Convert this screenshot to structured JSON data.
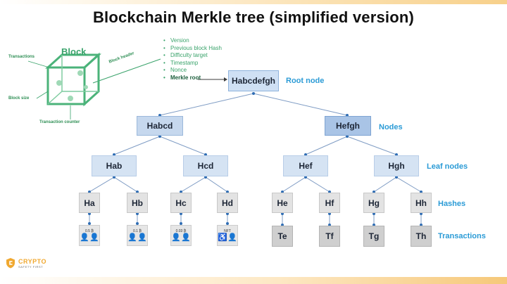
{
  "title": "Blockchain Merkle tree (simplified version)",
  "block": {
    "label": "Block",
    "transactions": "Transactions",
    "block_size": "Block size",
    "block_header": "Block header",
    "transaction_counter": "Transaction counter",
    "header_fields": [
      "Version",
      "Previous block Hash",
      "Difficulty target",
      "Timestamp",
      "Nonce",
      "Merkle root"
    ]
  },
  "tree": {
    "root": "Habcdefgh",
    "level1": [
      "Habcd",
      "Hefgh"
    ],
    "level2": [
      "Hab",
      "Hcd",
      "Hef",
      "Hgh"
    ],
    "hashes": [
      "Ha",
      "Hb",
      "Hc",
      "Hd",
      "He",
      "Hf",
      "Hg",
      "Hh"
    ],
    "tx_icons": [
      {
        "amount": "0.5 ₿",
        "people": "👤👤"
      },
      {
        "amount": "0.1 ₿",
        "people": "👤👤"
      },
      {
        "amount": "0.03 ₿",
        "people": "👤👤"
      },
      {
        "amount": "NFT",
        "people": "♿👤"
      }
    ],
    "tx_labels": [
      "Te",
      "Tf",
      "Tg",
      "Th"
    ]
  },
  "side_labels": {
    "root": "Root node",
    "nodes": "Nodes",
    "leaf": "Leaf nodes",
    "hashes": "Hashes",
    "transactions": "Transactions"
  },
  "logo": {
    "main": "CRYPTO",
    "sub": "SAFETY FIRST"
  },
  "colors": {
    "accent_blue": "#2b9bd6",
    "accent_green": "#3aa36b",
    "logo_orange": "#f0a830"
  }
}
